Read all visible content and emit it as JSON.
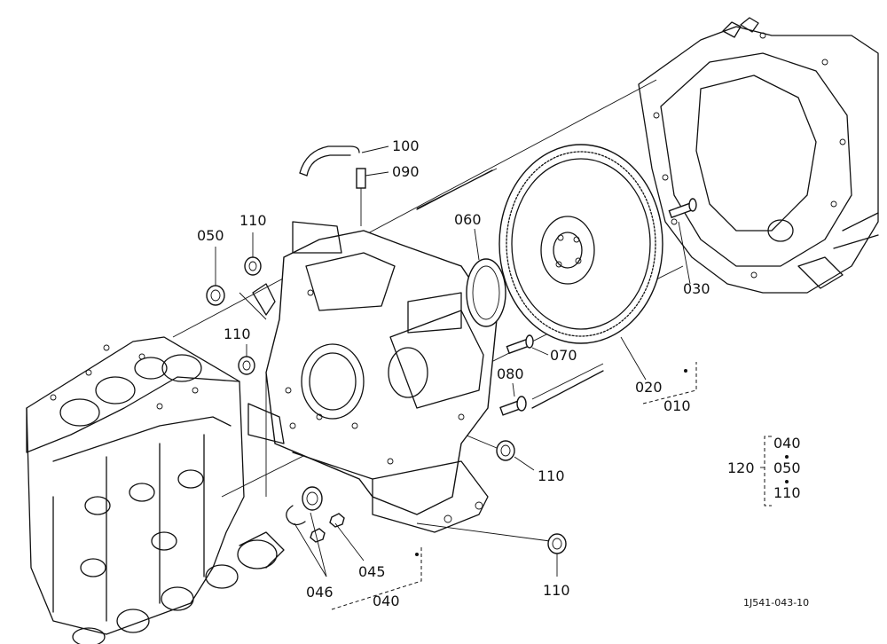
{
  "labels": {
    "l100": "100",
    "l090": "090",
    "l110a": "110",
    "l050": "050",
    "l110b": "110",
    "l060": "060",
    "l070": "070",
    "l080": "080",
    "l030": "030",
    "l020": "020",
    "l010": "010",
    "l110c": "110",
    "l110d": "110",
    "l045": "045",
    "l046": "046",
    "l040": "040"
  },
  "group": {
    "main": "120",
    "items": [
      "040",
      "050",
      "110"
    ]
  },
  "drawing_code": "1J541-043-10"
}
